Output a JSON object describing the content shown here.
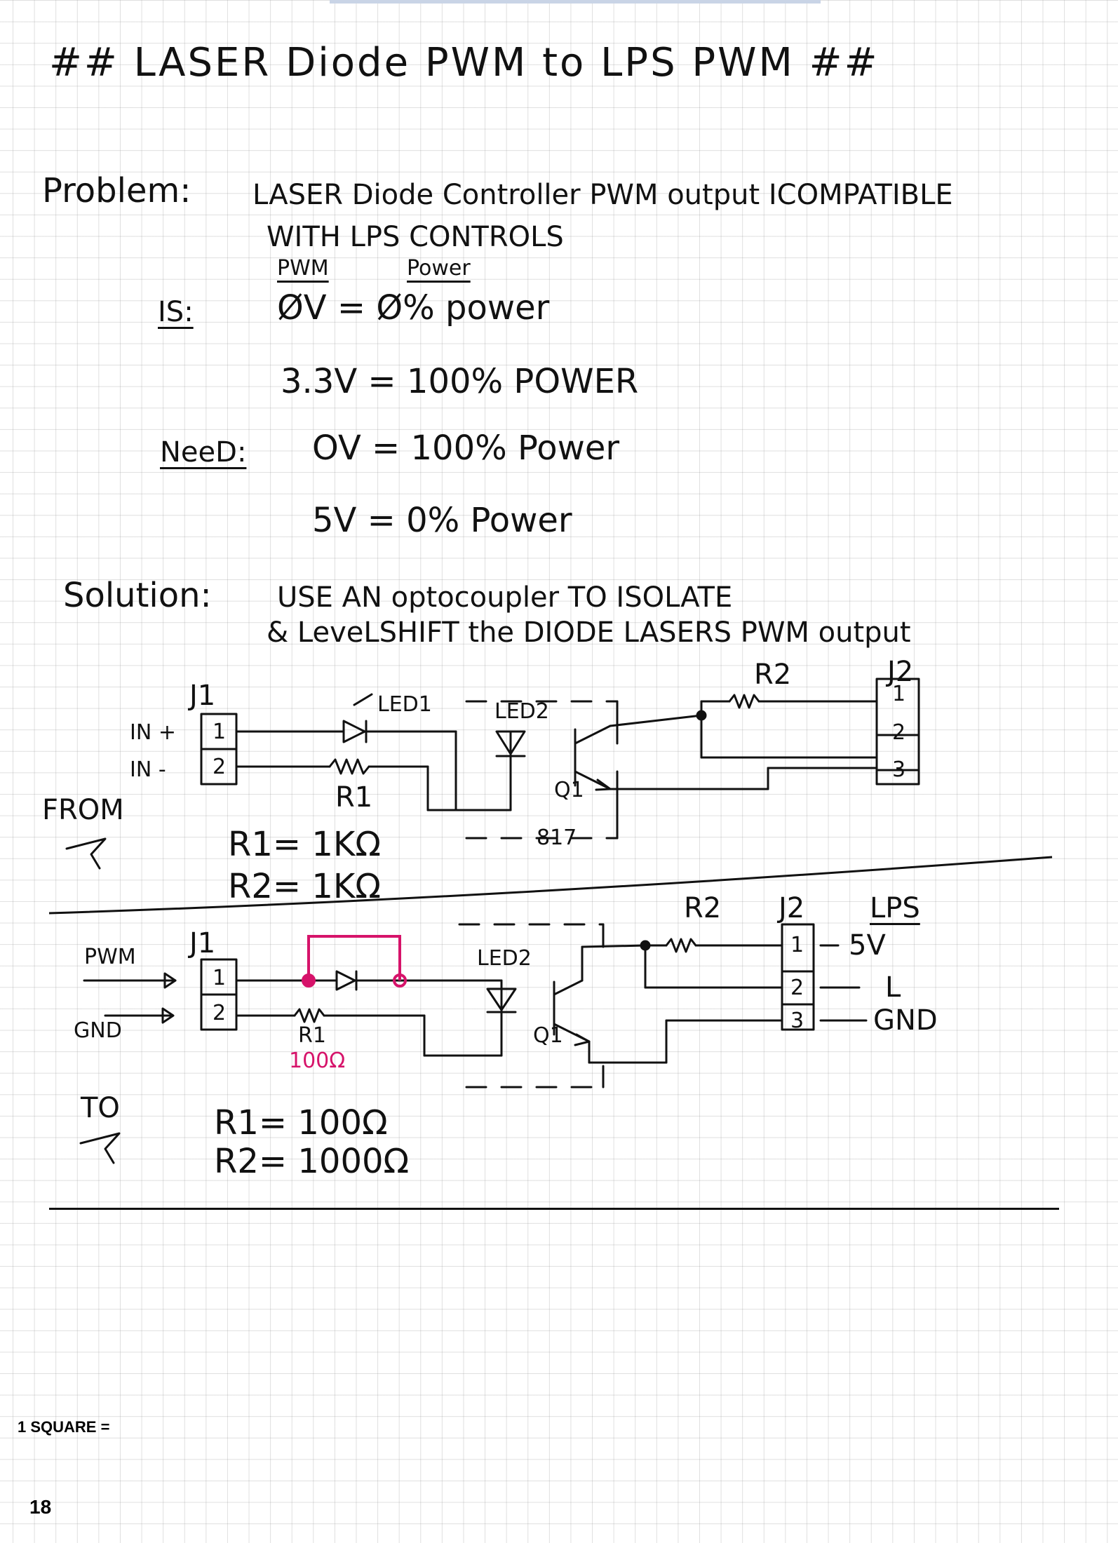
{
  "title": "## LASER Diode PWM to LPS PWM ##",
  "problem": {
    "label": "Problem:",
    "line1": "LASER Diode Controller PWM output ICOMPATIBLE",
    "line2": "WITH LPS CONTROLS",
    "col_pwm": "PWM",
    "col_power": "Power",
    "is_label": "IS:",
    "is_row1": "ØV = Ø% power",
    "is_row2": "3.3V = 100% POWER",
    "need_label": "NeeD:",
    "need_row1": "OV = 100% Power",
    "need_row2": "5V = 0% Power"
  },
  "solution": {
    "label": "Solution:",
    "line1": "USE AN optocoupler TO ISOLATE",
    "line2": "& LeveLSHIFT the DIODE LASERS PWM output"
  },
  "diagram1": {
    "from_label": "FROM",
    "j1": "J1",
    "pin_in_plus": "IN +",
    "pin_in_minus": "IN -",
    "pin1": "1",
    "pin2": "2",
    "led1": "LED1",
    "led2": "LED2",
    "r1": "R1",
    "r2": "R2",
    "q1": "Q1",
    "j2": "J2",
    "j2_pin1": "1",
    "j2_pin2": "2",
    "j2_pin3": "3",
    "part": "817",
    "r1_value": "R1= 1KΩ",
    "r2_value": "R2= 1KΩ"
  },
  "diagram2": {
    "to_label": "TO",
    "j1": "J1",
    "pwm": "PWM",
    "gnd": "GND",
    "pin1": "1",
    "pin2": "2",
    "r1": "R1",
    "r1_red": "100Ω",
    "led2": "LED2",
    "q1": "Q1",
    "r2": "R2",
    "j2": "J2",
    "j2_pin1": "1",
    "j2_pin2": "2",
    "j2_pin3": "3",
    "lps": "LPS",
    "lps_5v": "5V",
    "lps_l": "L",
    "lps_gnd": "GND",
    "r1_value": "R1= 100Ω",
    "r2_value": "R2= 1000Ω"
  },
  "footer": {
    "square": "1 SQUARE =",
    "page_number": "18"
  },
  "colors": {
    "ink": "#111111",
    "red_ink": "#d6136a",
    "grid": "#969696"
  }
}
